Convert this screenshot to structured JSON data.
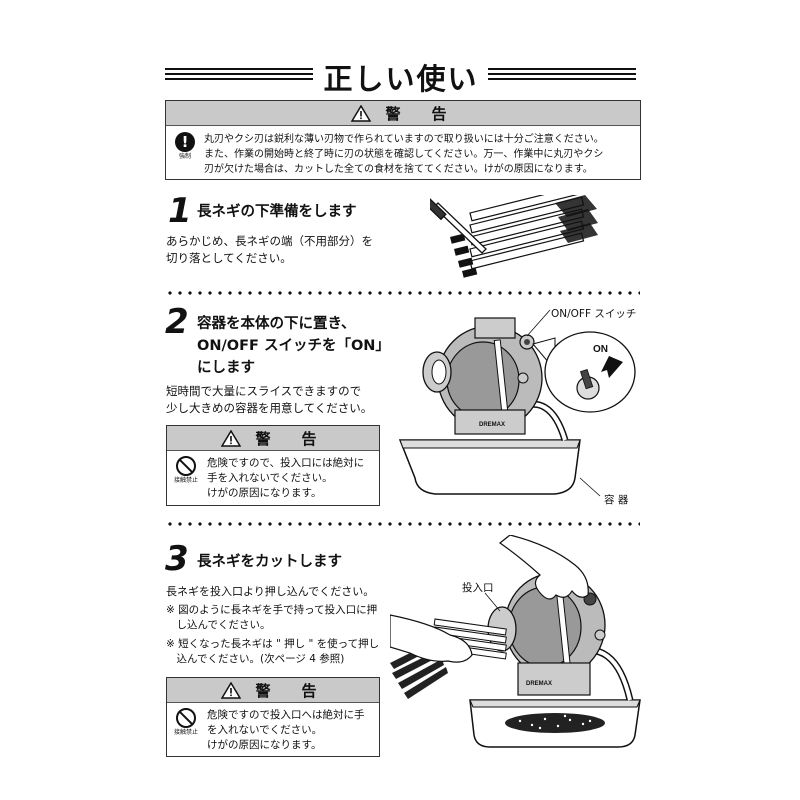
{
  "page_title": "正しい使い方",
  "top_warning": {
    "header": "警　告",
    "icon_label": "強制",
    "lines": [
      "丸刃やクシ刃は鋭利な薄い刃物で作られていますので取り扱いには十分ご注意ください。",
      "また、作業の開始時と終了時に刃の状態を確認してください。万一、作業中に丸刃やクシ",
      "刃が欠けた場合は、カットした全ての食材を捨ててください。けがの原因になります。"
    ]
  },
  "steps": [
    {
      "number": "1",
      "heading": "長ネギの下準備をします",
      "description": [
        "あらかじめ、長ネギの端（不用部分）を",
        "切り落としてください。"
      ]
    },
    {
      "number": "2",
      "heading": [
        "容器を本体の下に置き、",
        "ON/OFF スイッチを「ON」",
        "にします"
      ],
      "description": [
        "短時間で大量にスライスできますので",
        "少し大きめの容器を用意してください。"
      ],
      "warning": {
        "header": "警　告",
        "icon_label": "接触禁止",
        "lines": [
          "危険ですので、投入口には絶対に",
          "手を入れないでください。",
          "けがの原因になります。"
        ]
      },
      "callouts": {
        "switch": "ON/OFF スイッチ",
        "on": "ON",
        "container": "容 器",
        "brand": "DREMAX"
      }
    },
    {
      "number": "3",
      "heading": "長ネギをカットします",
      "description": "長ネギを投入口より押し込んでください。",
      "notes": [
        [
          "※ 図のように長ネギを手で持って投入口に押",
          "　し込んでください。"
        ],
        [
          "※ 短くなった長ネギは \" 押し \" を使って押し",
          "　込んでください。(次ページ 4 参照)"
        ]
      ],
      "warning": {
        "header": "警　告",
        "icon_label": "接触禁止",
        "lines": [
          "危険ですので投入口へは絶対に手",
          "を入れないでください。",
          "けがの原因になります。"
        ]
      },
      "callouts": {
        "inlet": "投入口",
        "brand": "DREMAX"
      }
    }
  ]
}
